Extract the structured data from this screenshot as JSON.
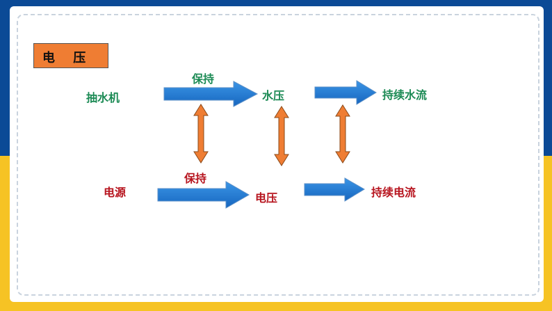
{
  "title": "电 压",
  "water_row": {
    "source": "抽水机",
    "keep_label": "保持",
    "middle": "水压",
    "result": "持续水流"
  },
  "electric_row": {
    "source": "电源",
    "keep_label": "保持",
    "middle": "电压",
    "result": "持续电流"
  },
  "colors": {
    "top_background": "#0b4a96",
    "bottom_background": "#f6c324",
    "title_fill": "#ef7d33",
    "arrow_fill": "#1f78d1",
    "double_arrow_fill": "#ef7d33",
    "water_text": "#1b8a54",
    "electric_text": "#b7141e"
  }
}
